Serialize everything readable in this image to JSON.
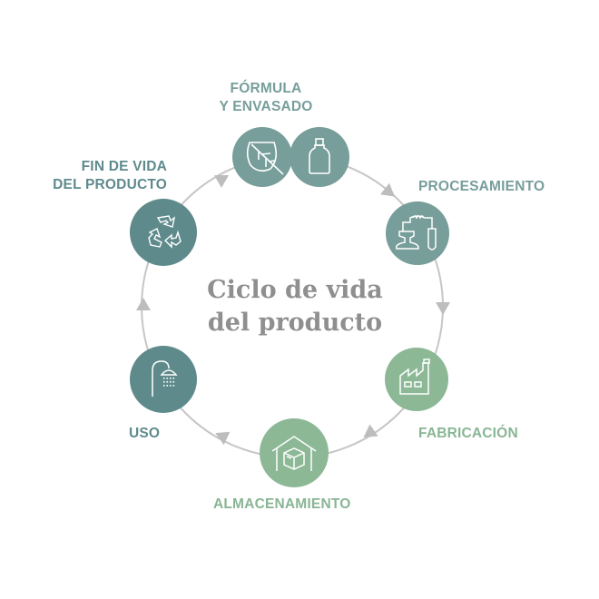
{
  "title": {
    "line1": "Ciclo de vida",
    "line2": "del producto"
  },
  "stages": [
    {
      "id": "formula",
      "label_lines": [
        "FÓRMULA",
        "Y ENVASADO"
      ],
      "icons": [
        "leaf-icon",
        "bottle-icon"
      ],
      "color": "#779e9a"
    },
    {
      "id": "procesamiento",
      "label_lines": [
        "PROCESAMIENTO"
      ],
      "icons": [
        "lab-equipment-icon"
      ],
      "color": "#779e9a"
    },
    {
      "id": "fabricacion",
      "label_lines": [
        "FABRICACIÓN"
      ],
      "icons": [
        "factory-icon"
      ],
      "color": "#8cb896"
    },
    {
      "id": "almacenamiento",
      "label_lines": [
        "ALMACENAMIENTO"
      ],
      "icons": [
        "warehouse-box-icon"
      ],
      "color": "#8cb896"
    },
    {
      "id": "uso",
      "label_lines": [
        "USO"
      ],
      "icons": [
        "shower-icon"
      ],
      "color": "#5f8a8b"
    },
    {
      "id": "fin",
      "label_lines": [
        "FIN DE VIDA",
        "DEL PRODUCTO"
      ],
      "icons": [
        "recycle-icon"
      ],
      "color": "#5f8a8b"
    }
  ],
  "colors": {
    "ring": "#c4c4c4",
    "arrow": "#bdbdbd",
    "title": "#8f8f8f"
  }
}
